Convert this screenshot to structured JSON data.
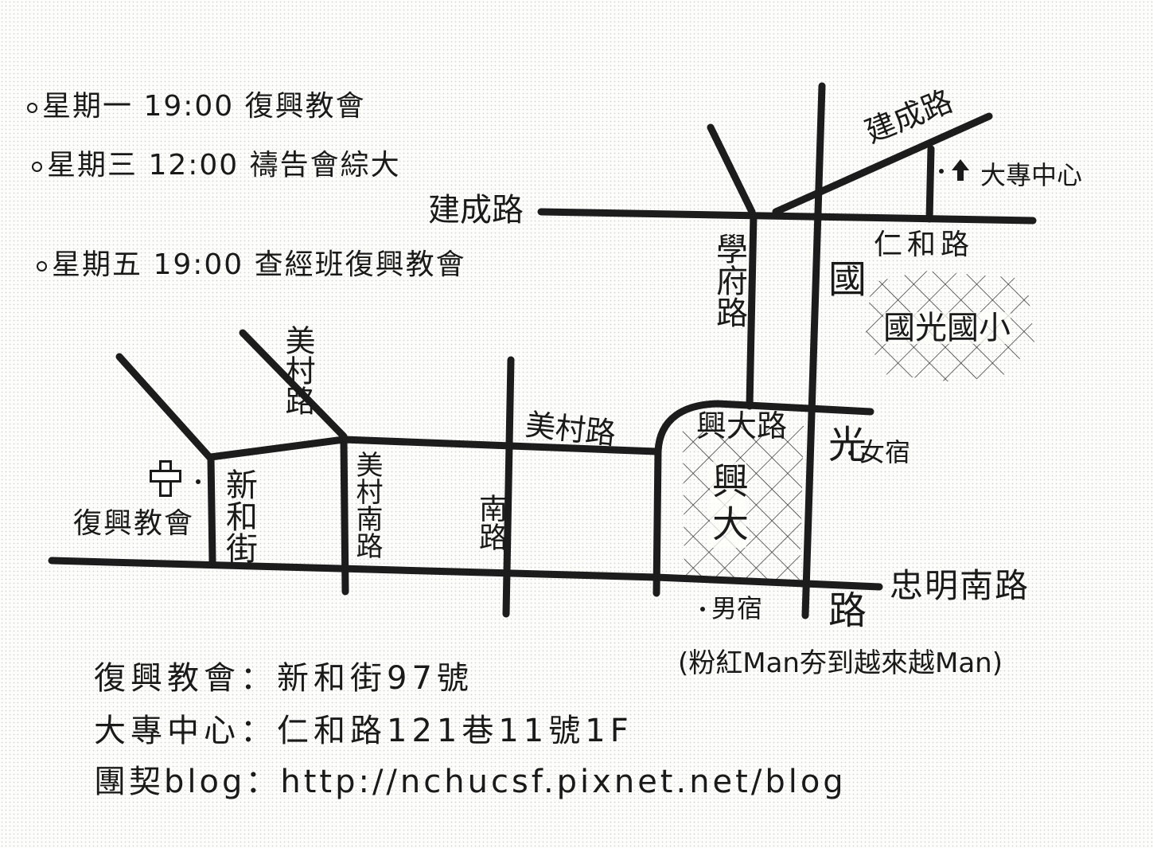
{
  "schedule": [
    {
      "day": "星期一",
      "time": "19:00",
      "event": "復興教會"
    },
    {
      "day": "星期三",
      "time": "12:00",
      "event": "禱告會綜大"
    },
    {
      "day": "星期五",
      "time": "19:00",
      "event": "查經班復興教會"
    }
  ],
  "roads": {
    "jiancheng_left": "建成路",
    "jiancheng_right": "建成路",
    "xuefu": "學府路",
    "guoguang": "國光路",
    "renhe": "仁和路",
    "meicun_diag": "美村路",
    "meicun_mid": "美村路",
    "meicun_south": "美村南路",
    "xinhe": "新和街",
    "qinnan": "南路",
    "xingda": "興大路",
    "zhongming": "忠明南路"
  },
  "places": {
    "church": "復興教會",
    "college_center": "大專中心",
    "guoguang_school": "國光國小",
    "xingda": "興大",
    "girls_dorm": "女宿",
    "boys_dorm": "男宿",
    "dorm_note": "(粉紅Man夯到越來越Man)"
  },
  "footer": {
    "church_address": "復興教會：新和街97號",
    "center_address": "大專中心：仁和路121巷11號1F",
    "blog": "團契blog：http://nchucsf.pixnet.net/blog"
  }
}
